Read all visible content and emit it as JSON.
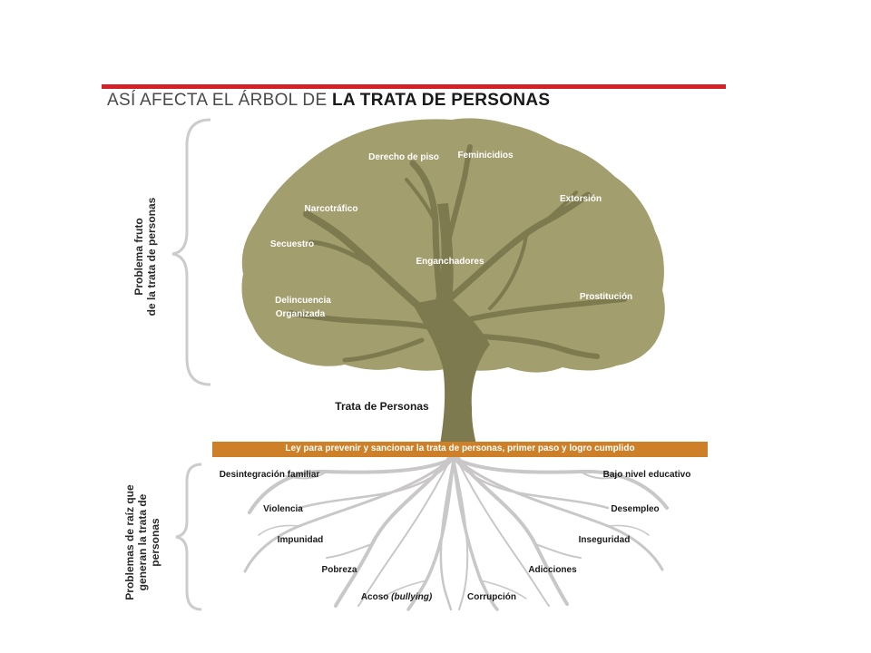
{
  "title": {
    "normal": "ASÍ AFECTA EL ÁRBOL DE ",
    "bold": "LA TRATA DE PERSONAS"
  },
  "side_labels": {
    "fruit_line1": "Problema fruto",
    "fruit_line2": "de la trata de personas",
    "root_line1": "Problemas de raíz que",
    "root_line2": "generan la trata de",
    "root_line3": "personas"
  },
  "trunk_label": "Trata de Personas",
  "law_band": "Ley para prevenir y sancionar la trata de personas, primer paso y logro cumplido",
  "fruits": {
    "derecho_de_piso": "Derecho de piso",
    "feminicidios": "Feminicidios",
    "narcotrafico": "Narcotráfico",
    "extorsion": "Extorsión",
    "secuestro": "Secuestro",
    "enganchadores": "Enganchadores",
    "delincuencia_1": "Delincuencia",
    "delincuencia_2": "Organizada",
    "prostitucion": "Prostitución"
  },
  "roots": {
    "desintegracion": "Desintegración familiar",
    "bajo_nivel": "Bajo nivel educativo",
    "violencia": "Violencia",
    "desempleo": "Desempleo",
    "impunidad": "Impunidad",
    "inseguridad": "Inseguridad",
    "pobreza": "Pobreza",
    "adicciones": "Adicciones",
    "acoso": "Acoso ",
    "acoso_italic": "(bullying)",
    "corrupcion": "Corrupción"
  },
  "colors": {
    "red_bar": "#d62027",
    "canopy": "#a39e6e",
    "trunk": "#7c7a4e",
    "law_band": "#cd8028",
    "roots": "#c9c7c7",
    "brace": "#cccccc"
  }
}
